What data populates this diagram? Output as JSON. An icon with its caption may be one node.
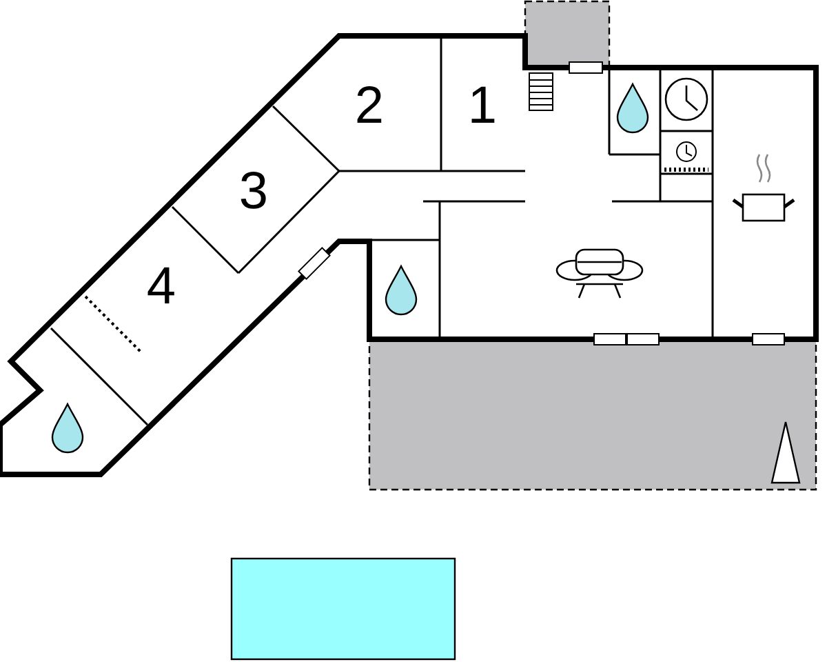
{
  "diagram": {
    "labels": [
      "2",
      "1",
      "3",
      "4"
    ]
  }
}
